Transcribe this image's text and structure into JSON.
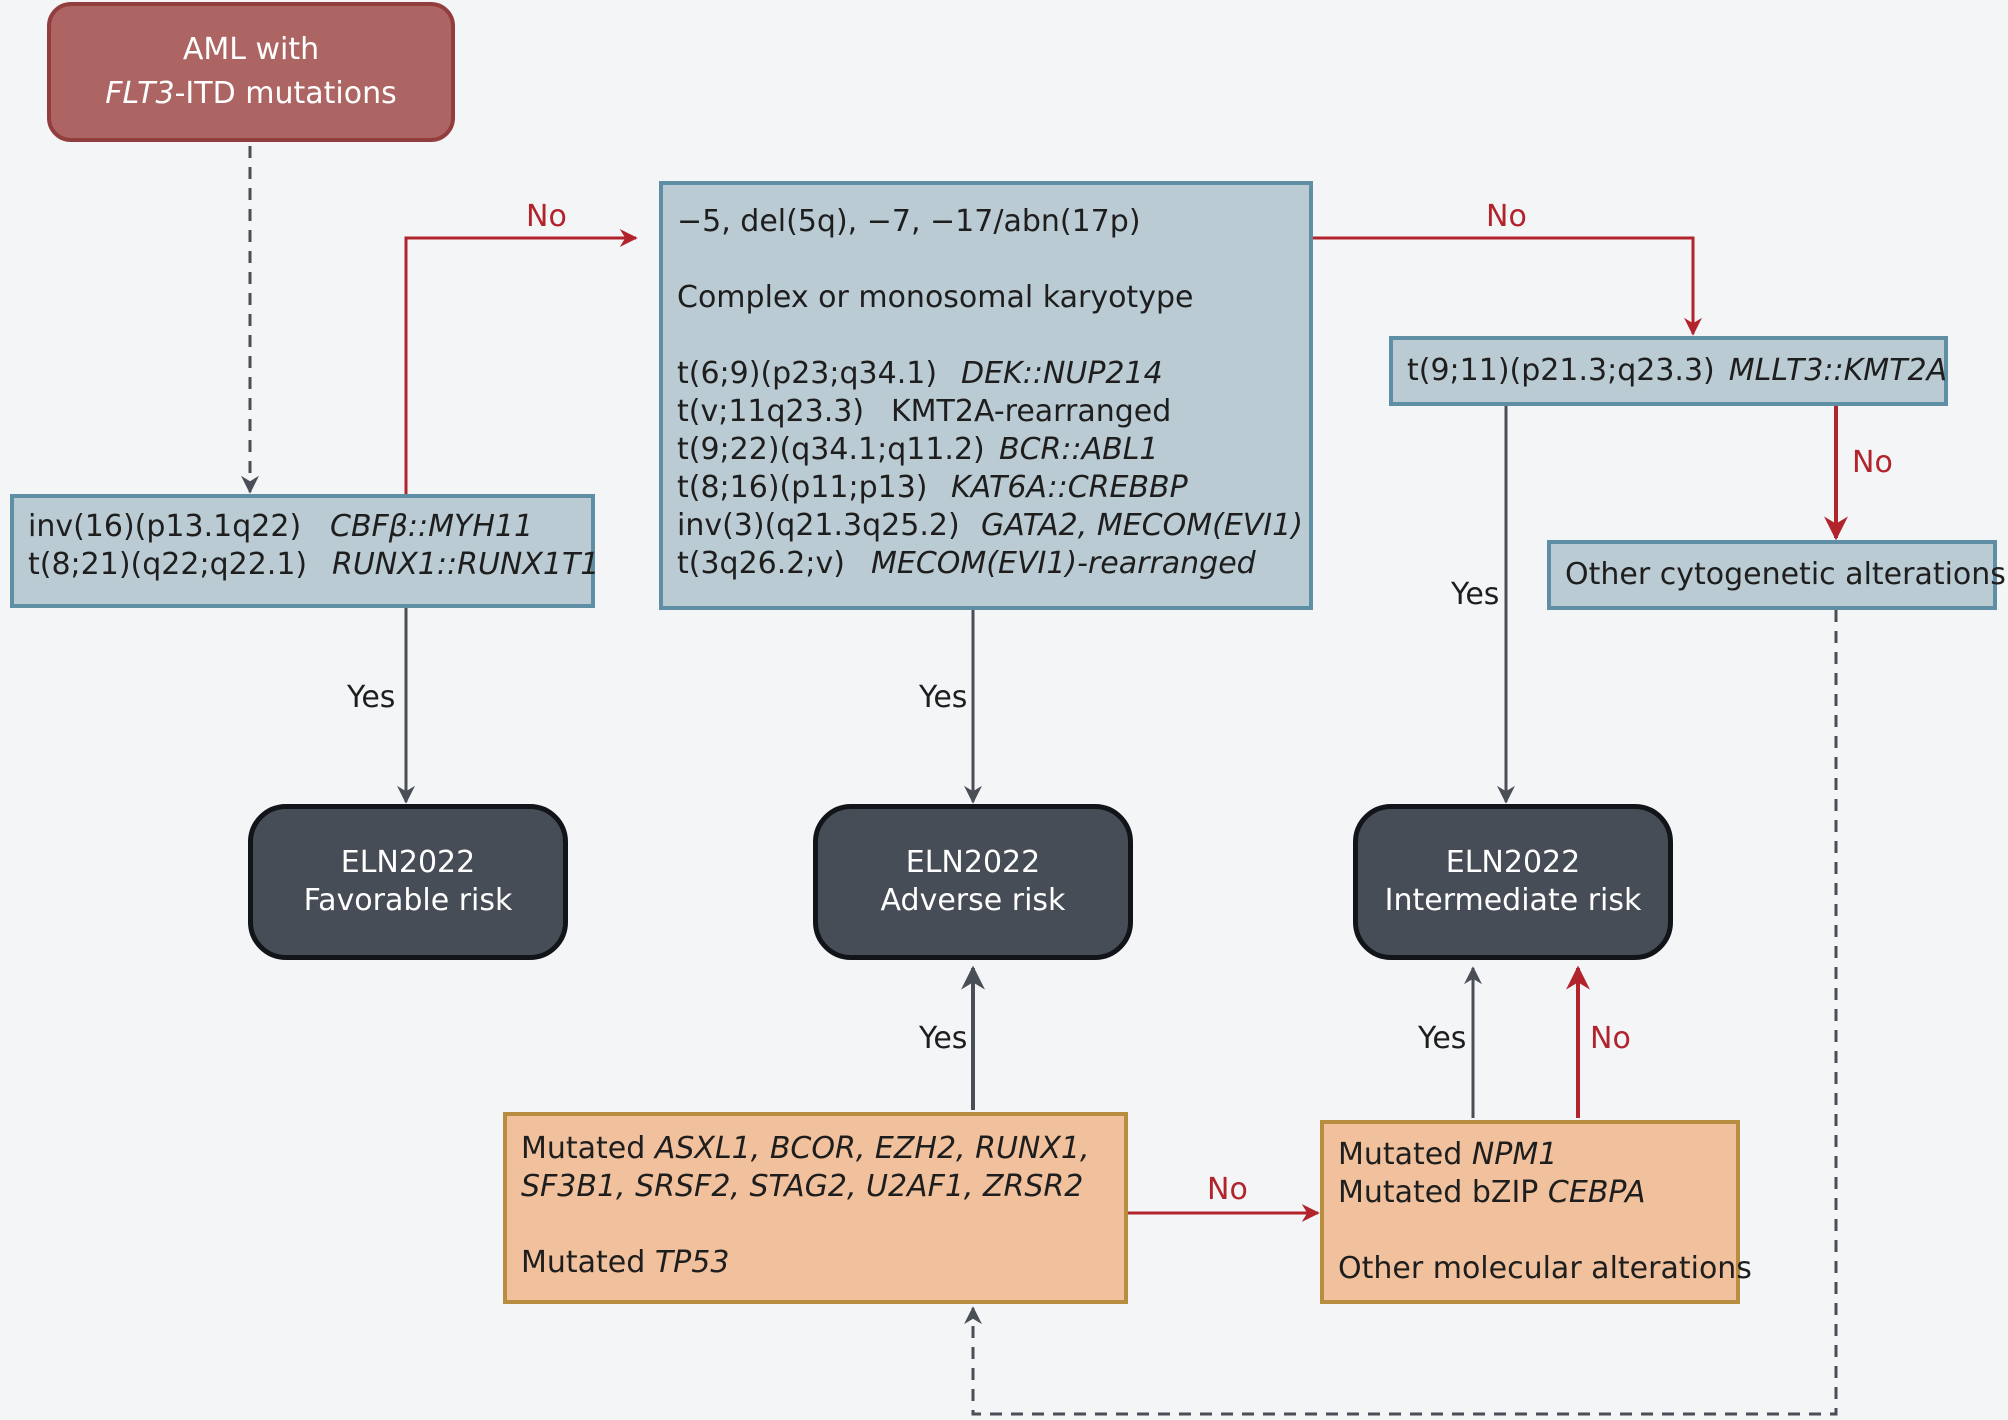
{
  "start": {
    "line1": "AML with",
    "gene": "FLT3",
    "line2_rest": "-ITD mutations"
  },
  "favorable_box": {
    "rows": [
      {
        "karyotype": "inv(16)(p13.1q22)",
        "fusion": "CBFβ::MYH11"
      },
      {
        "karyotype": "t(8;21)(q22;q22.1)",
        "fusion": "RUNX1::RUNX1T1"
      }
    ]
  },
  "adverse_box": {
    "line1": "−5, del(5q), −7, −17/abn(17p)",
    "line2": "Complex or monosomal karyotype",
    "rows": [
      {
        "karyotype": "t(6;9)(p23;q34.1)",
        "fusion": "DEK::NUP214",
        "italic": true
      },
      {
        "karyotype": "t(v;11q23.3)",
        "fusion": "KMT2A-rearranged",
        "italic": false
      },
      {
        "karyotype": "t(9;22)(q34.1;q11.2)",
        "fusion": "BCR::ABL1",
        "italic": true
      },
      {
        "karyotype": "t(8;16)(p11;p13)",
        "fusion": "KAT6A::CREBBP",
        "italic": true
      },
      {
        "karyotype": "inv(3)(q21.3q25.2)",
        "fusion": "GATA2, MECOM(EVI1)",
        "italic": true
      },
      {
        "karyotype": "t(3q26.2;v)",
        "fusion": "MECOM(EVI1)-rearranged",
        "italic": true
      }
    ]
  },
  "intermediate_box": {
    "karyotype": "t(9;11)(p21.3;q23.3)",
    "fusion": "MLLT3::KMT2A"
  },
  "other_cyto_box": {
    "label": "Other cytogenetic alterations"
  },
  "risks": {
    "favorable": {
      "line1": "ELN2022",
      "line2": "Favorable risk"
    },
    "adverse": {
      "line1": "ELN2022",
      "line2": "Adverse risk"
    },
    "intermediate": {
      "line1": "ELN2022",
      "line2": "Intermediate risk"
    }
  },
  "adverse_mutations_box": {
    "prefix": "Mutated ",
    "genes_line1": "ASXL1, BCOR, EZH2, RUNX1,",
    "genes_line2": "SF3B1, SRSF2, STAG2, U2AF1, ZRSR2",
    "tp53_prefix": "Mutated ",
    "tp53_gene": "TP53"
  },
  "intermediate_mutations_box": {
    "line1_prefix": "Mutated ",
    "line1_gene": "NPM1",
    "line2_prefix": "Mutated bZIP ",
    "line2_gene": "CEBPA",
    "line3": "Other molecular alterations"
  },
  "edge_labels": {
    "no_to_adverse": "No",
    "no_to_t911": "No",
    "no_to_other_cyto": "No",
    "yes_favorable": "Yes",
    "yes_adverse": "Yes",
    "yes_intermediate": "Yes",
    "yes_mut_adverse": "Yes",
    "no_mut": "No",
    "yes_npm1": "Yes",
    "no_npm1": "No"
  },
  "colors": {
    "no_arrow": "#b2242c",
    "yes_arrow": "#4a4f57",
    "dashed": "#4a4f57"
  }
}
